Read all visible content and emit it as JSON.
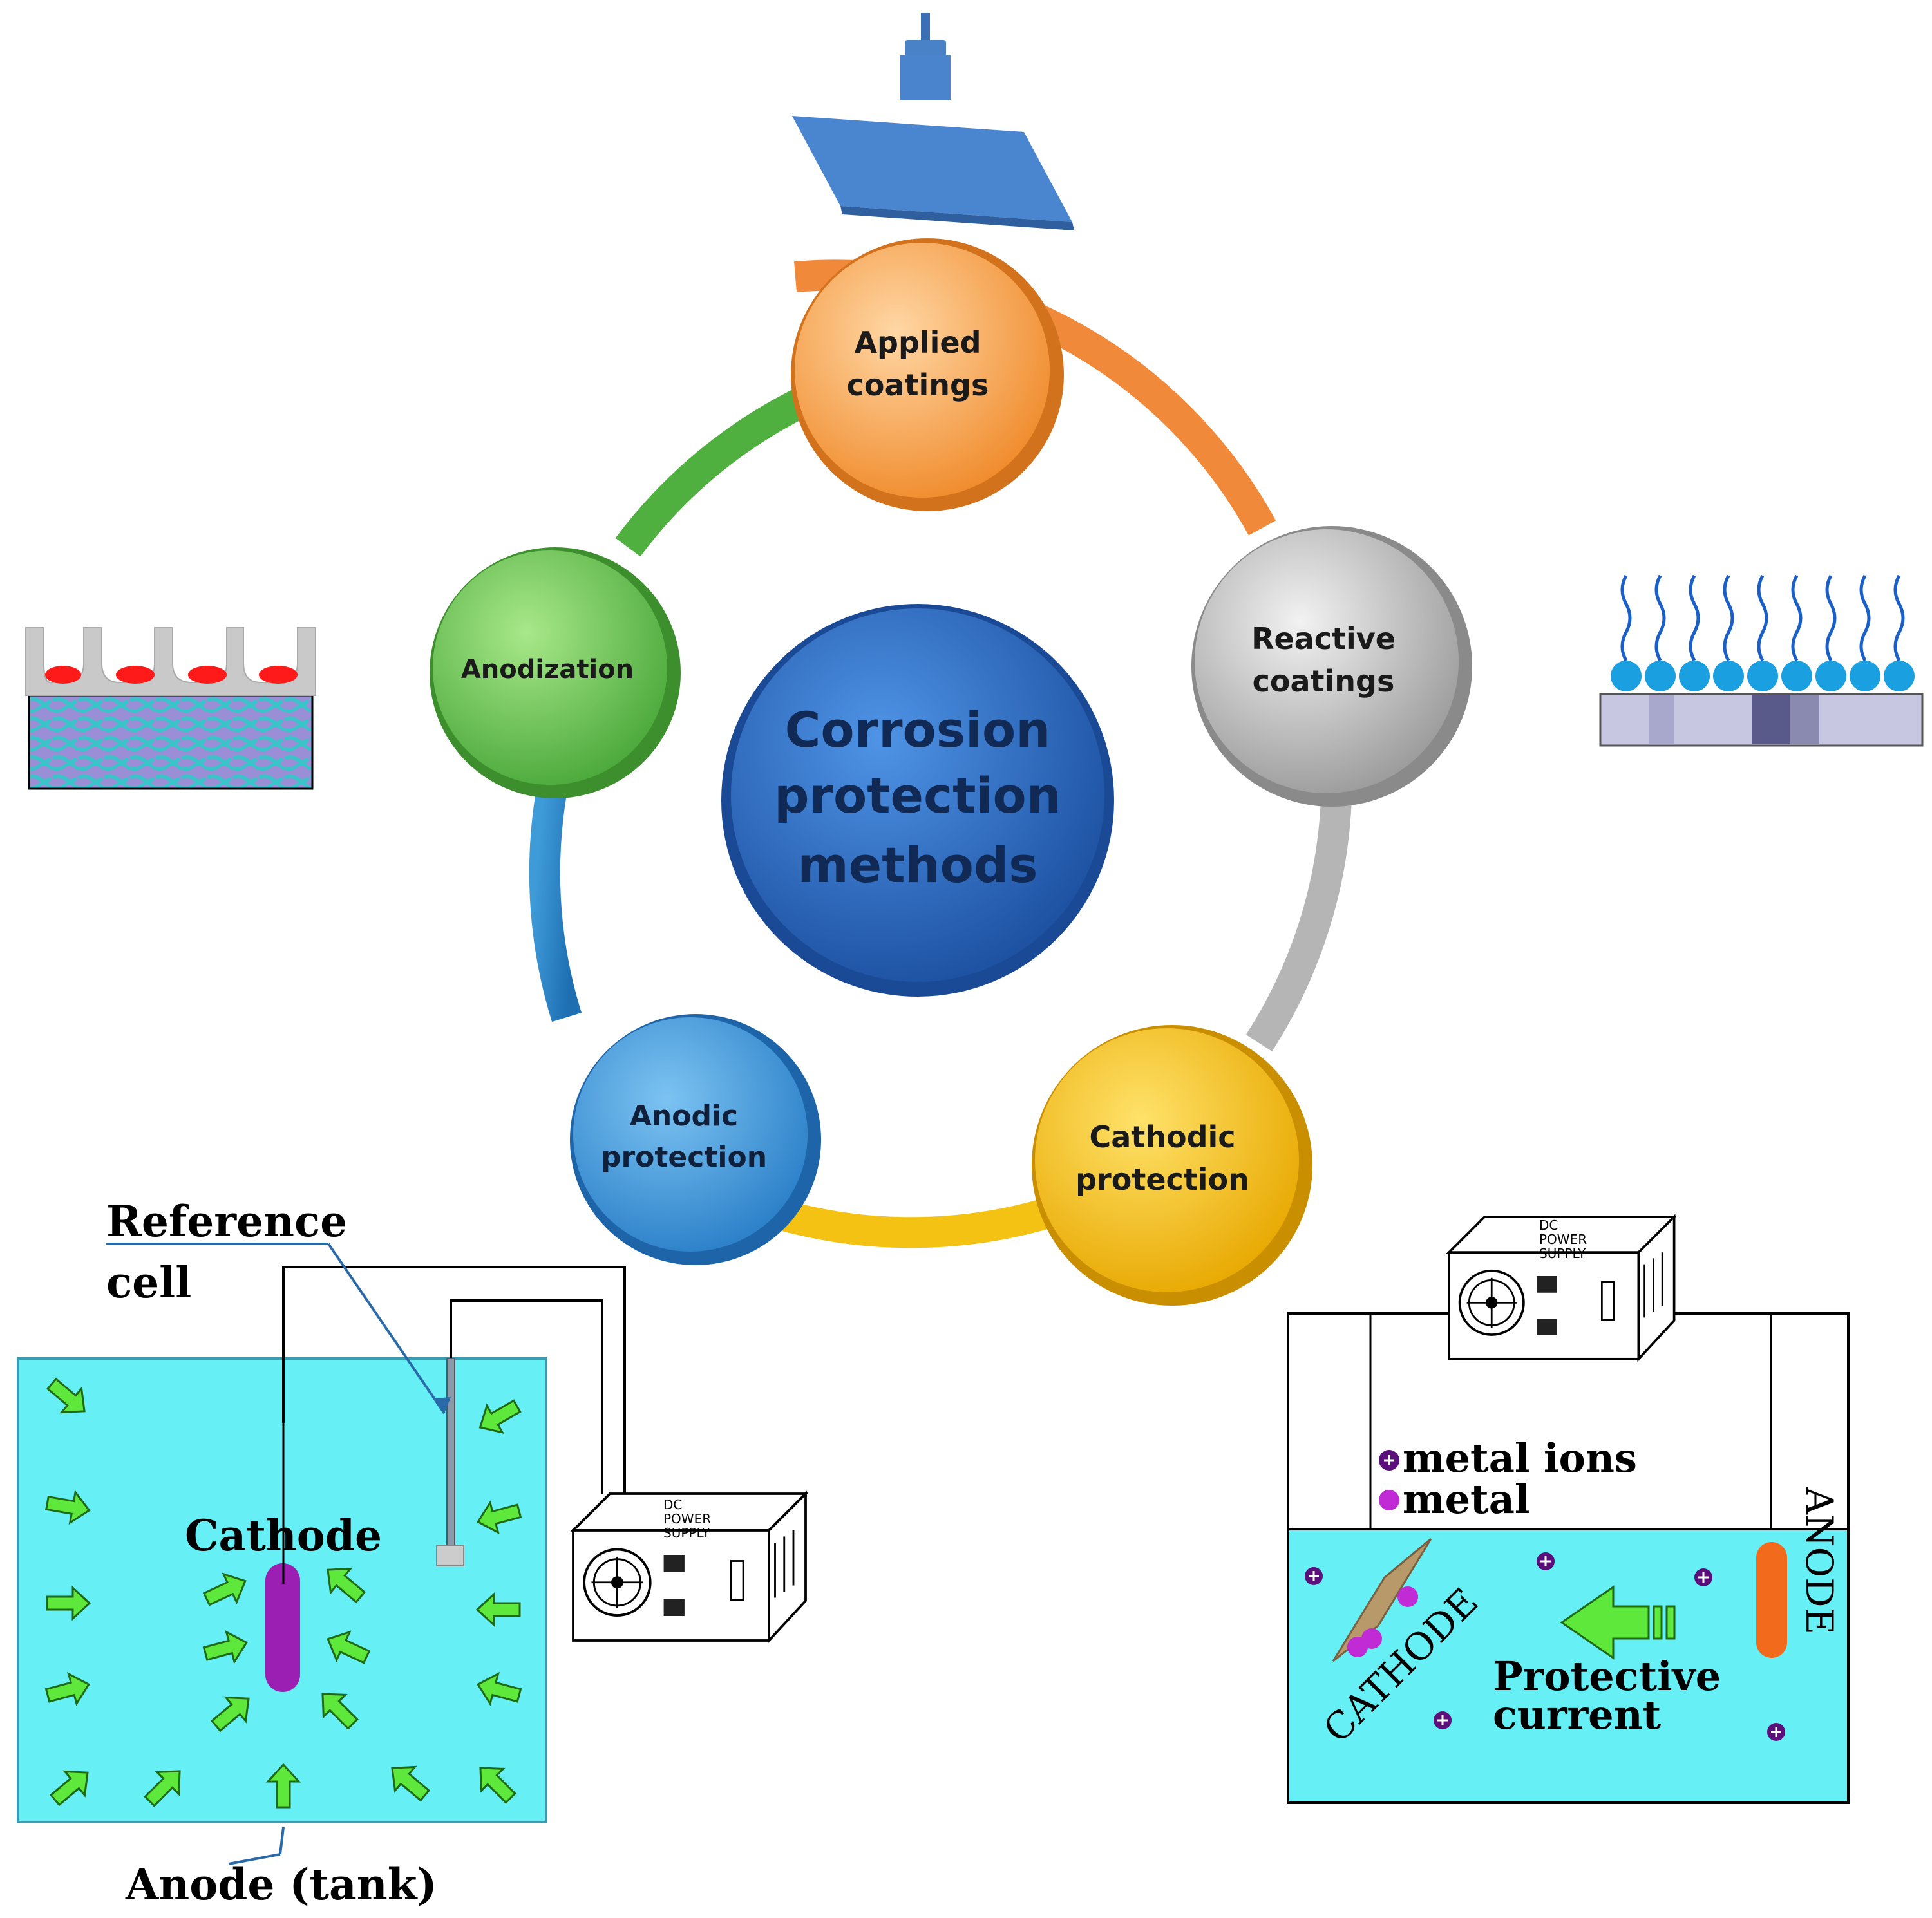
{
  "diagram": {
    "center_label": [
      "Corrosion",
      "protection",
      "methods"
    ],
    "methods": [
      {
        "id": "applied-coatings",
        "lines": [
          "Applied",
          "coatings"
        ],
        "color": "#f5a04a"
      },
      {
        "id": "reactive-coatings",
        "lines": [
          "Reactive",
          "coatings"
        ],
        "color": "#b8b8b8"
      },
      {
        "id": "cathodic-protection",
        "lines": [
          "Cathodic",
          "protection"
        ],
        "color": "#f7c91a"
      },
      {
        "id": "anodic-protection",
        "lines": [
          "Anodic",
          "protection"
        ],
        "color": "#4aa3df"
      },
      {
        "id": "anodization",
        "lines": [
          "Anodization"
        ],
        "color": "#6cc24a"
      }
    ],
    "anodic_setup": {
      "reference_label": [
        "Reference",
        "cell"
      ],
      "cathode_label": "Cathode",
      "anode_label": "Anode (tank)",
      "power_supply_label": [
        "DC",
        "POWER",
        "SUPPLY"
      ]
    },
    "cathodic_setup": {
      "legend": [
        "metal ions",
        "metal"
      ],
      "cathode_label": "CATHODE",
      "anode_label": "ANODE",
      "current_label": [
        "Protective",
        "current"
      ],
      "power_supply_label": [
        "DC",
        "POWER",
        "SUPPLY"
      ]
    },
    "colors": {
      "center": "#2e6fc8",
      "electrolyte": "#66f0f5",
      "arrow": "#5ee83c",
      "cathode_rod": "#9b1fb3",
      "anode_rod": "#f26a1b",
      "ion": "#c02bd6"
    }
  }
}
